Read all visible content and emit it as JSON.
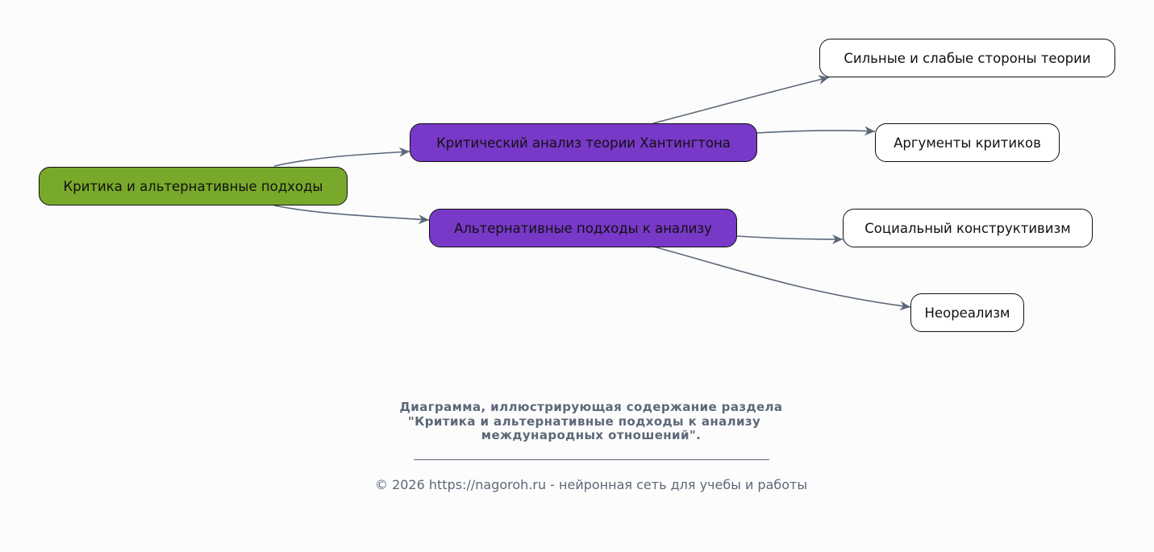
{
  "diagram": {
    "root": {
      "id": "root",
      "label": "Критика и альтернативные подходы",
      "color": "#78a92a"
    },
    "branches": [
      {
        "id": "mid1",
        "label": "Критический анализ теории Хантингтона",
        "color": "#7838c8",
        "children": [
          {
            "id": "leaf1",
            "label": "Сильные и слабые стороны теории"
          },
          {
            "id": "leaf2",
            "label": "Аргументы критиков"
          }
        ]
      },
      {
        "id": "mid2",
        "label": "Альтернативные подходы к анализу",
        "color": "#7838c8",
        "children": [
          {
            "id": "leaf3",
            "label": "Социальный конструктивизм"
          },
          {
            "id": "leaf4",
            "label": "Неореализм"
          }
        ]
      }
    ],
    "edge_color": "#5c6878"
  },
  "caption": {
    "line1": "Диаграмма, иллюстрирующая содержание раздела",
    "line2": "\"Критика и альтернативные подходы к анализу   ",
    "line3": "международных отношений\"."
  },
  "footer": {
    "copyright": "© 2026 https://nagoroh.ru - нейронная сеть для учебы и работы"
  }
}
